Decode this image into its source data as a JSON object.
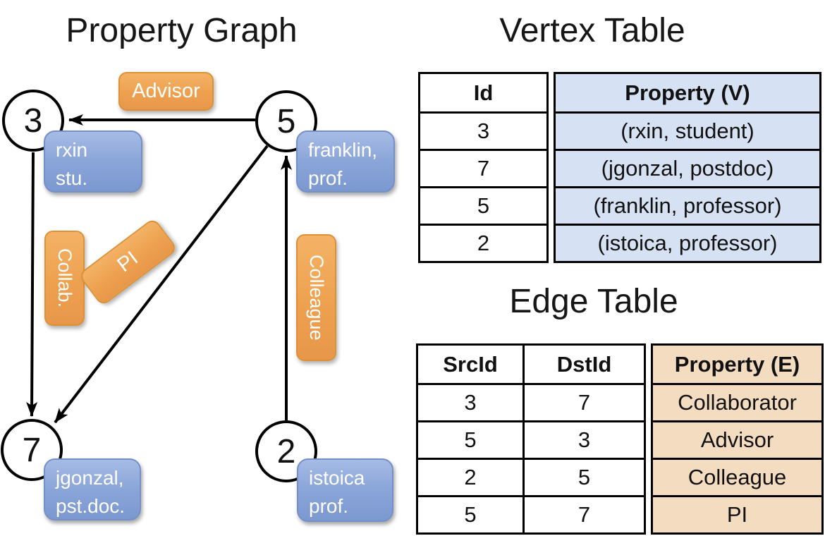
{
  "graph": {
    "title": "Property Graph",
    "nodes": {
      "n3": {
        "id": "3",
        "line1": "rxin",
        "line2": "stu."
      },
      "n5": {
        "id": "5",
        "line1": "franklin,",
        "line2": "prof."
      },
      "n7": {
        "id": "7",
        "line1": "jgonzal,",
        "line2": "pst.doc."
      },
      "n2": {
        "id": "2",
        "line1": "istoica",
        "line2": "prof."
      }
    },
    "edge_labels": {
      "advisor": "Advisor",
      "collab": "Collab.",
      "pi": "PI",
      "colleague": "Colleague"
    }
  },
  "vertex_table": {
    "title": "Vertex Table",
    "columns": [
      "Id",
      "Property (V)"
    ],
    "rows": [
      {
        "id": "3",
        "property": "(rxin, student)"
      },
      {
        "id": "7",
        "property": "(jgonzal, postdoc)"
      },
      {
        "id": "5",
        "property": "(franklin, professor)"
      },
      {
        "id": "2",
        "property": "(istoica, professor)"
      }
    ]
  },
  "edge_table": {
    "title": "Edge Table",
    "columns": [
      "SrcId",
      "DstId",
      "Property (E)"
    ],
    "rows": [
      {
        "src": "3",
        "dst": "7",
        "property": "Collaborator"
      },
      {
        "src": "5",
        "dst": "3",
        "property": "Advisor"
      },
      {
        "src": "2",
        "dst": "5",
        "property": "Colleague"
      },
      {
        "src": "5",
        "dst": "7",
        "property": "PI"
      }
    ]
  },
  "colors": {
    "edge_label_fill": "#eda14f",
    "edge_label_border": "#dc9136",
    "vertex_box_fill": "#8aa5d8",
    "vertex_box_border": "#7590c7",
    "vertex_table_fill": "#d6e1f3",
    "edge_table_fill": "#f4dcc1",
    "line": "#000000"
  }
}
